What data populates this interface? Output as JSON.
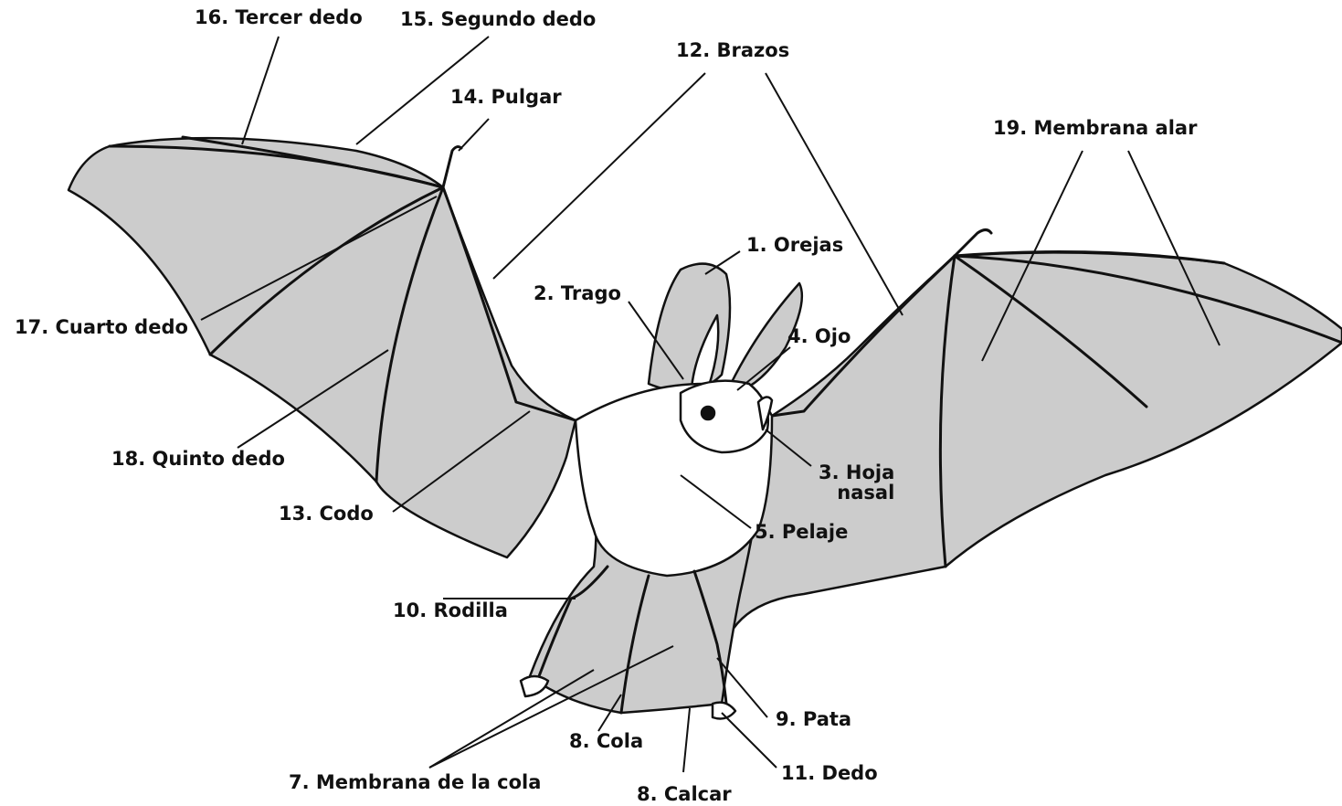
{
  "labels": {
    "orejas": "1. Orejas",
    "trago": "2. Trago",
    "hoja_line1": "3. Hoja",
    "hoja_line2": "nasal",
    "ojo": "4. Ojo",
    "pelaje": "5. Pelaje",
    "membrana_cola": "7. Membrana de la cola",
    "cola": "8. Cola",
    "calcar": "8. Calcar",
    "pata": "9. Pata",
    "rodilla": "10. Rodilla",
    "dedo": "11. Dedo",
    "brazos": "12. Brazos",
    "codo": "13. Codo",
    "pulgar": "14. Pulgar",
    "segundo_dedo": "15. Segundo dedo",
    "tercer_dedo": "16. Tercer dedo",
    "cuarto_dedo": "17. Cuarto dedo",
    "quinto_dedo": "18. Quinto dedo",
    "membrana_alar": "19. Membrana alar"
  },
  "colors": {
    "membrane": "#cccccc",
    "body": "#ffffff",
    "outline": "#111111",
    "background": "#ffffff"
  }
}
